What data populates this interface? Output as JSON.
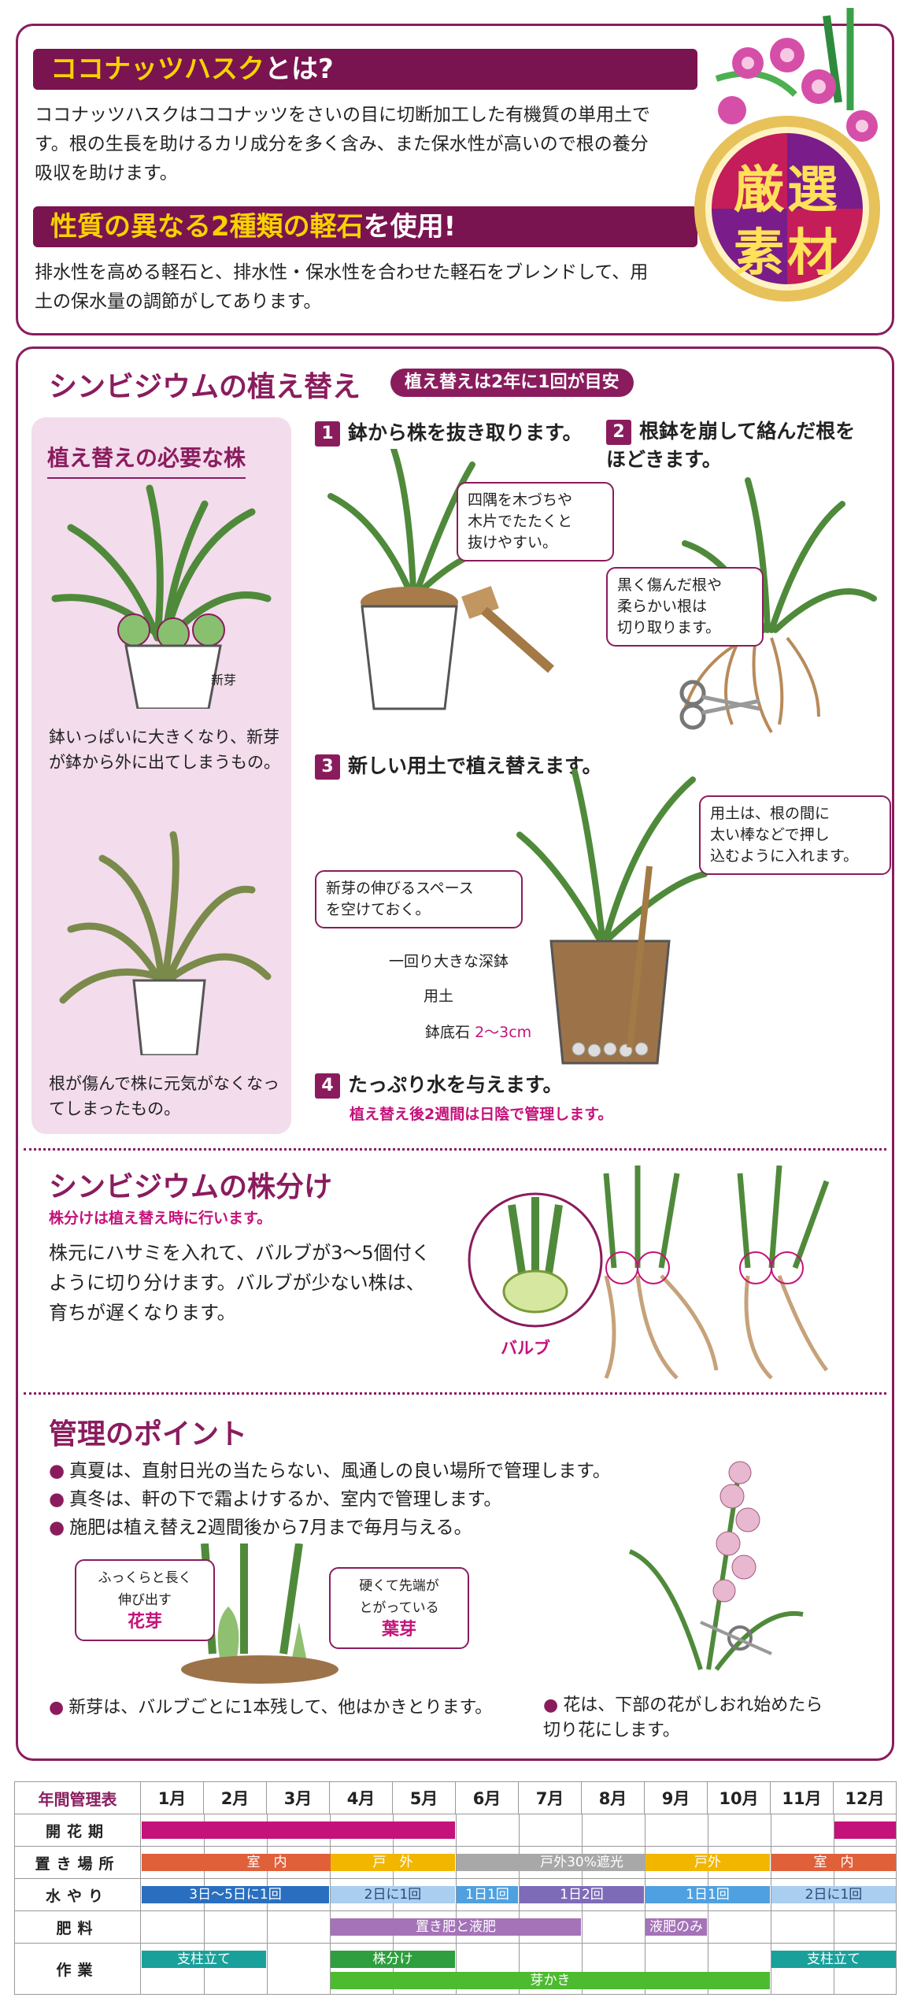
{
  "intro": {
    "heading1_main": "ココナッツハスク",
    "heading1_rest": "とは?",
    "para1": "ココナッツハスクはココナッツをさいの目に切断加工した有機質の単用土です。根の生長を助けるカリ成分を多く含み、また保水性が高いので根の養分吸収を助けます。",
    "heading2_main": "性質の異なる2種類の軽石",
    "heading2_rest": "を使用!",
    "para2": "排水性を高める軽石と、排水性・保水性を合わせた軽石をブレンドして、用土の保水量の調節がしてあります。",
    "badge_line1": "厳選",
    "badge_line2": "素材"
  },
  "repot": {
    "title": "シンビジウムの植え替え",
    "pill": "植え替えは2年に1回が目安",
    "side_title": "植え替えの必要な株",
    "side_label_bud": "新芽",
    "side_text1": "鉢いっぱいに大きくなり、新芽が鉢から外に出てしまうもの。",
    "side_text2": "根が傷んで株に元気がなくなってしまったもの。",
    "step1_num": "1",
    "step1": "鉢から株を抜き取ります。",
    "step1_callout": "四隅を木づちや\n木片でたたくと\n抜けやすい。",
    "step2_num": "2",
    "step2": "根鉢を崩して絡んだ根を\nほどきます。",
    "step2_callout": "黒く傷んだ根や\n柔らかい根は\n切り取ります。",
    "step3_num": "3",
    "step3": "新しい用土で植え替えます。",
    "step3_callout_left": "新芽の伸びるスペース\nを空けておく。",
    "step3_callout_right": "用土は、根の間に\n太い棒などで押し\n込むように入れます。",
    "label_pot": "一回り大きな深鉢",
    "label_soil": "用土",
    "label_stone": "鉢底石",
    "label_stone_depth": "2〜3cm",
    "step4_num": "4",
    "step4": "たっぷり水を与えます。",
    "step4_sub": "植え替え後2週間は日陰で管理します。"
  },
  "division": {
    "title": "シンビジウムの株分け",
    "sub": "株分けは植え替え時に行います。",
    "text": "株元にハサミを入れて、バルブが3〜5個付くように切り分けます。バルブが少ない株は、育ちが遅くなります。",
    "bulb_label": "バルブ"
  },
  "care": {
    "title": "管理のポイント",
    "points": [
      "真夏は、直射日光の当たらない、風通しの良い場所で管理します。",
      "真冬は、軒の下で霜よけするか、室内で管理します。",
      "施肥は植え替え2週間後から7月まで毎月与える。"
    ],
    "flower_bud_desc": "ふっくらと長く\n伸び出す",
    "flower_bud": "花芽",
    "leaf_bud_desc": "硬くて先端が\nとがっている",
    "leaf_bud": "葉芽",
    "note_left": "新芽は、バルブごとに1本残して、他はかきとります。",
    "note_right": "花は、下部の花がしおれ始めたら\n切り花にします。"
  },
  "calendar": {
    "title": "年間管理表",
    "months": [
      "1月",
      "2月",
      "3月",
      "4月",
      "5月",
      "6月",
      "7月",
      "8月",
      "9月",
      "10月",
      "11月",
      "12月"
    ],
    "rows": [
      {
        "label": "開花期",
        "segments": [
          {
            "text": "",
            "start": 1,
            "end": 5,
            "color": "pink"
          },
          {
            "text": "",
            "start": 12,
            "end": 12,
            "color": "pink"
          }
        ]
      },
      {
        "label": "置き場所",
        "segments": [
          {
            "text": "室　内",
            "start": 1,
            "end": 4,
            "color": "orange"
          },
          {
            "text": "戸　外",
            "start": 4,
            "end": 5,
            "color": "yellow"
          },
          {
            "text": "戸外30%遮光",
            "start": 6,
            "end": 9,
            "color": "grey"
          },
          {
            "text": "戸外",
            "start": 9,
            "end": 10,
            "color": "yellow"
          },
          {
            "text": "室　内",
            "start": 11,
            "end": 12,
            "color": "orange"
          }
        ]
      },
      {
        "label": "水やり",
        "segments": [
          {
            "text": "3日〜5日に1回",
            "start": 1,
            "end": 3,
            "color": "blue1"
          },
          {
            "text": "2日に1回",
            "start": 4,
            "end": 5,
            "color": "blue2"
          },
          {
            "text": "1日1回",
            "start": 6,
            "end": 6,
            "color": "blue3"
          },
          {
            "text": "1日2回",
            "start": 7,
            "end": 8,
            "color": "purple"
          },
          {
            "text": "1日1回",
            "start": 9,
            "end": 10,
            "color": "blue3"
          },
          {
            "text": "2日に1回",
            "start": 11,
            "end": 12,
            "color": "blue2"
          }
        ]
      },
      {
        "label": "肥料",
        "segments": [
          {
            "text": "置き肥と液肥",
            "start": 4,
            "end": 7,
            "color": "violet"
          },
          {
            "text": "液肥のみ",
            "start": 9,
            "end": 9,
            "color": "violet"
          }
        ]
      },
      {
        "label": "作業",
        "segments": [
          {
            "text": "支柱立て",
            "start": 1,
            "end": 2,
            "color": "teal"
          },
          {
            "text": "株分け",
            "start": 4,
            "end": 5,
            "color": "green"
          },
          {
            "text": "芽かき",
            "start": 4,
            "end": 10,
            "color": "lgreen"
          },
          {
            "text": "支柱立て",
            "start": 11,
            "end": 12,
            "color": "teal"
          }
        ]
      }
    ]
  }
}
